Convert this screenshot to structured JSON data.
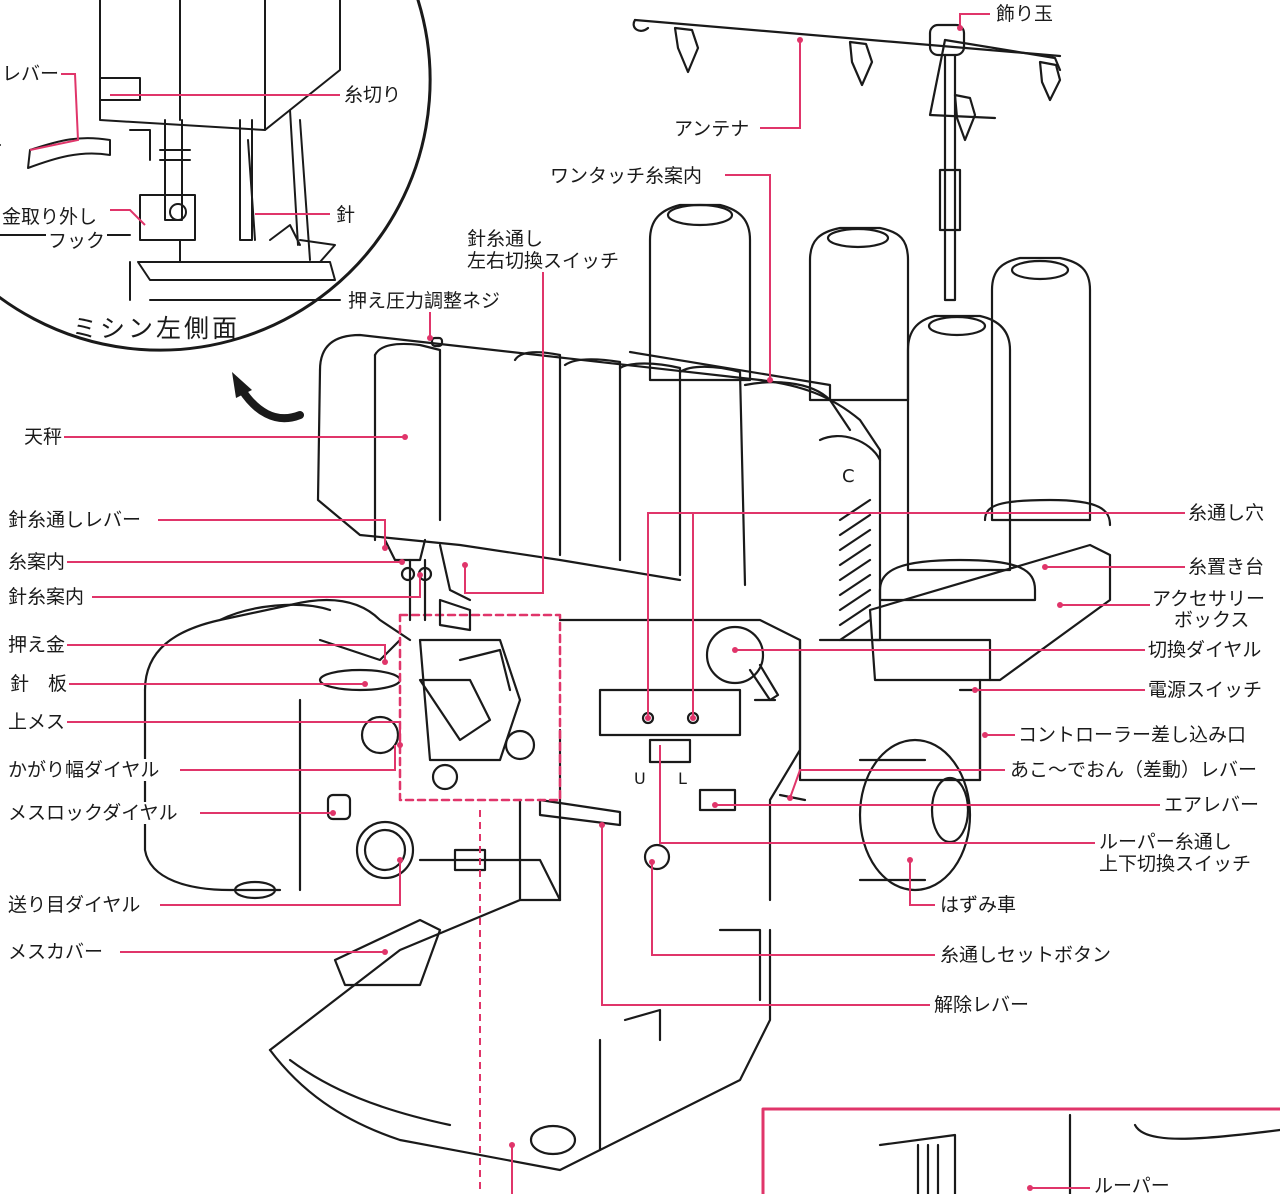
{
  "accent_color": "#e0356a",
  "line_color": "#1a1a1a",
  "inset": {
    "title": "ミシン左側面",
    "labels": {
      "lever": "レバー",
      "thread_cutter": "糸切り",
      "foot_hook": "金取り外し",
      "foot_hook_2": "フック",
      "needle": "針"
    }
  },
  "labels": {
    "ornament": "飾り玉",
    "antenna": "アンテナ",
    "one_touch_guide": "ワンタッチ糸案内",
    "needle_threader_switch_1": "針糸通し",
    "needle_threader_switch_2": "左右切換スイッチ",
    "presser_adjust_screw": "押え圧力調整ネジ",
    "take_up": "天秤",
    "needle_threader_lever": "針糸通しレバー",
    "thread_guide": "糸案内",
    "needle_thread_guide": "針糸案内",
    "presser_foot": "押え金",
    "needle_plate": "針　板",
    "upper_knife": "上メス",
    "stitch_width_dial": "かがり幅ダイヤル",
    "knife_lock_dial": "メスロックダイヤル",
    "stitch_length_dial": "送り目ダイヤル",
    "knife_cover": "メスカバー",
    "threading_hole": "糸通し穴",
    "thread_stand": "糸置き台",
    "accessory_box_1": "アクセサリー",
    "accessory_box_2": "ボックス",
    "selector_dial": "切換ダイヤル",
    "power_switch": "電源スイッチ",
    "controller_socket": "コントローラー差し込み口",
    "differential_lever": "あこ～でおん（差動）レバー",
    "air_lever": "エアレバー",
    "looper_switch_1": "ルーパー糸通し",
    "looper_switch_2": "上下切換スイッチ",
    "handwheel": "はずみ車",
    "threading_set_button": "糸通しセットボタン",
    "release_lever": "解除レバー",
    "looper": "ルーパー",
    "switch_u": "U",
    "switch_l": "L",
    "dial_mark": "C"
  }
}
